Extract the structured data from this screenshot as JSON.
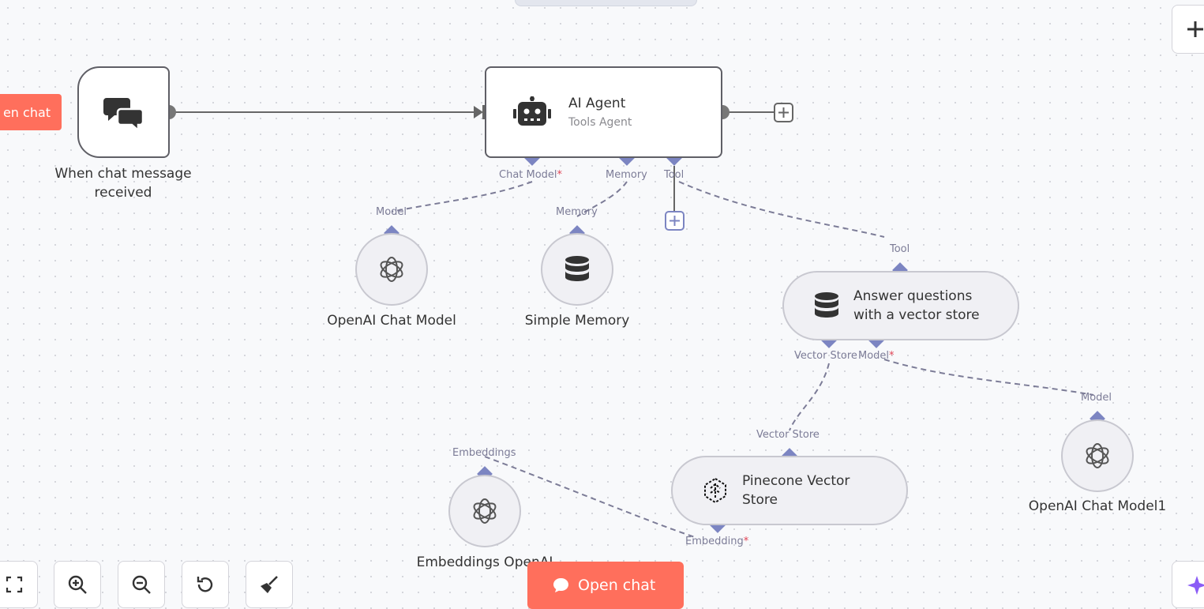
{
  "nodes": {
    "trigger": {
      "label": "When chat message received"
    },
    "agent": {
      "title": "AI Agent",
      "subtitle": "Tools Agent"
    },
    "chat_model": {
      "label": "OpenAI Chat Model"
    },
    "memory": {
      "label": "Simple Memory"
    },
    "vector_tool": {
      "label": "Answer questions with a vector store"
    },
    "pinecone": {
      "label": "Pinecone Vector Store"
    },
    "embeddings": {
      "label": "Embeddings OpenAI"
    },
    "chat_model1": {
      "label": "OpenAI Chat Model1"
    }
  },
  "ports": {
    "agent_chat_model": "Chat Model",
    "agent_memory": "Memory",
    "agent_tool": "Tool",
    "model_in": "Model",
    "memory_in": "Memory",
    "tool_in": "Tool",
    "vs_vector_store": "Vector Store",
    "vs_model": "Model",
    "model1_in": "Model",
    "pinecone_in": "Vector Store",
    "embeddings_in": "Embeddings",
    "pinecone_embedding": "Embedding",
    "required_mark": "*"
  },
  "buttons": {
    "open_chat_left": "en chat",
    "open_chat_bottom": "Open chat"
  },
  "colors": {
    "accent_orange": "#ff6f5c",
    "port": "#7c85c2",
    "edge_dash": "#7c7c97",
    "node_border": "#5f5f66"
  }
}
